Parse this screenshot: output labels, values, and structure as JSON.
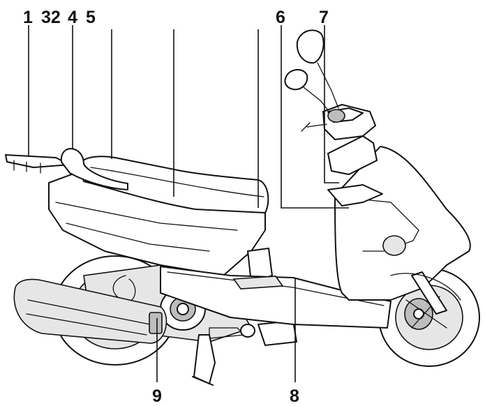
{
  "callouts": {
    "c1": "1",
    "c32": "32",
    "c4": "4",
    "c5": "5",
    "c6": "6",
    "c7": "7",
    "c8": "8",
    "c9": "9"
  }
}
